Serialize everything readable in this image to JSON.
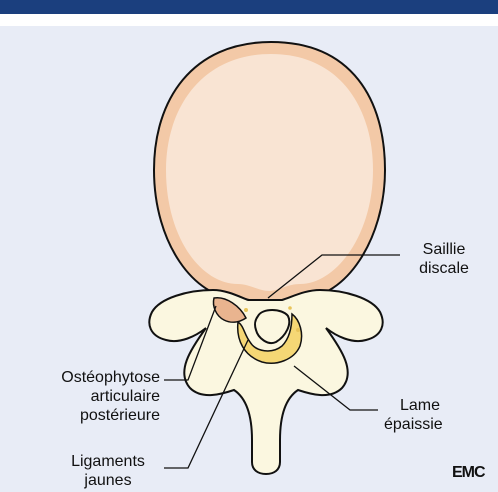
{
  "labels": {
    "saillie": [
      "Saillie",
      "discale"
    ],
    "osteophytose": [
      "Ostéophytose",
      "articulaire",
      "postérieure"
    ],
    "ligaments": [
      "Ligaments",
      "jaunes"
    ],
    "lame": [
      "Lame",
      "épaissie"
    ]
  },
  "logo": "EMC",
  "colors": {
    "header": "#1b3f7e",
    "background": "#e8ecf6",
    "disc_outer": "#f3c9a7",
    "disc_inner": "#f9e4d3",
    "bone": "#fbf7e0",
    "ligament": "#f5d775"
  }
}
